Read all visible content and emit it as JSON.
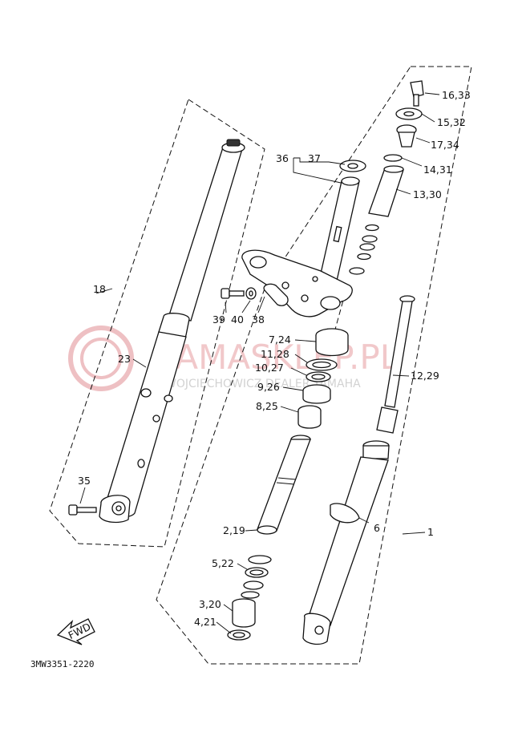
{
  "diagram": {
    "labels": {
      "p16_33": "16,33",
      "p15_32": "15,32",
      "p17_34": "17,34",
      "p14_31": "14,31",
      "p13_30": "13,30",
      "p36": "36",
      "p37": "37",
      "p18": "18",
      "p39": "39",
      "p40": "40",
      "p38": "38",
      "p7_24": "7,24",
      "p11_28": "11,28",
      "p10_27": "10,27",
      "p9_26": "9,26",
      "p8_25": "8,25",
      "p12_29": "12,29",
      "p23": "23",
      "p35": "35",
      "p2_19": "2,19",
      "p6": "6",
      "p1": "1",
      "p5_22": "5,22",
      "p3_20": "3,20",
      "p4_21": "4,21"
    },
    "fwd_label": "FWD",
    "drawing_code": "3MW3351-2220",
    "watermark": {
      "brand": "YAMASKLEP.PL",
      "tagline": "WOJCIECHOWICZ DEALER YAMAHA"
    }
  }
}
